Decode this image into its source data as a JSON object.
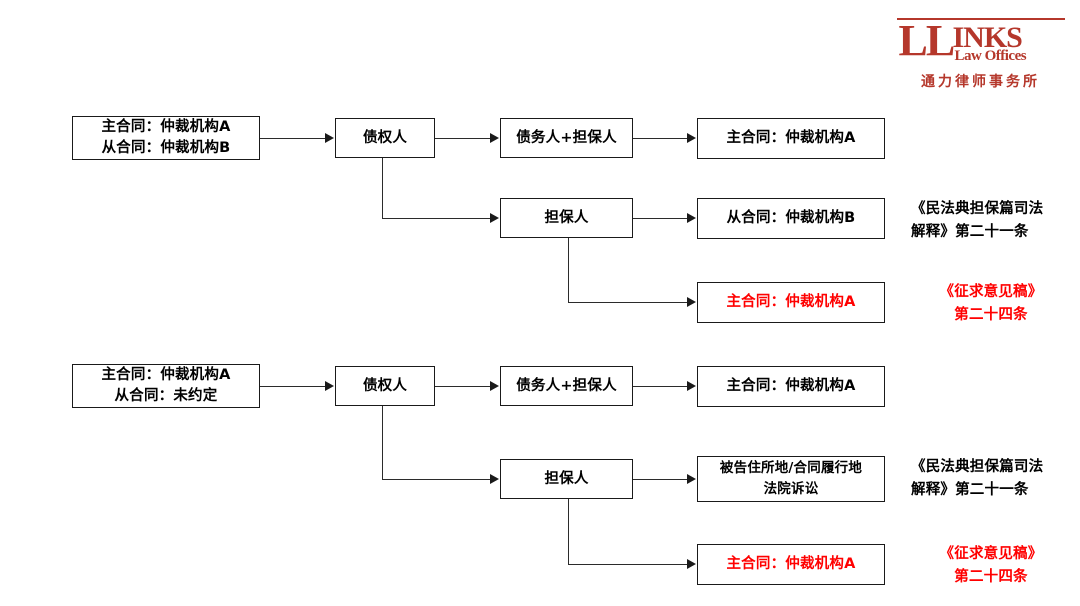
{
  "logo": {
    "mark_ll": "LL",
    "mark_inks": "INKS",
    "tagline": "Law Offices",
    "chinese_name": "通力律师事务所",
    "color": "#b5372b"
  },
  "colors": {
    "box_border": "#1a1a1a",
    "line": "#2b2b2b",
    "text": "#000000",
    "highlight_red": "#ff0000",
    "brand": "#b5372b"
  },
  "diagrams": [
    {
      "id": "scenario-1",
      "source_box": {
        "name": "source-contract-box-1",
        "line1": "主合同：仲裁机构A",
        "line2": "从合同：仲裁机构B"
      },
      "creditor_box": {
        "name": "creditor-box-1",
        "label": "债权人"
      },
      "branch_upper": {
        "party_box": {
          "name": "debtor-guarantor-box-1",
          "label": "债务人+担保人"
        },
        "result_box": {
          "name": "result-main-contract-box-1",
          "label": "主合同：仲裁机构A",
          "red": false
        }
      },
      "branch_middle": {
        "party_box": {
          "name": "guarantor-box-1",
          "label": "担保人"
        },
        "result_box": {
          "name": "result-sub-contract-box-1",
          "label": "从合同：仲裁机构B",
          "red": false
        },
        "annotation": {
          "name": "annotation-judicial-interpretation-1",
          "text": "《民法典担保篇司法\n解释》第二十一条",
          "red": false
        }
      },
      "branch_lower": {
        "result_box": {
          "name": "result-main-contract-red-box-1",
          "label": "主合同：仲裁机构A",
          "red": true
        },
        "annotation": {
          "name": "annotation-draft-for-comment-1",
          "text": "《征求意见稿》\n第二十四条",
          "red": true
        }
      }
    },
    {
      "id": "scenario-2",
      "source_box": {
        "name": "source-contract-box-2",
        "line1": "主合同：仲裁机构A",
        "line2": "从合同：未约定"
      },
      "creditor_box": {
        "name": "creditor-box-2",
        "label": "债权人"
      },
      "branch_upper": {
        "party_box": {
          "name": "debtor-guarantor-box-2",
          "label": "债务人+担保人"
        },
        "result_box": {
          "name": "result-main-contract-box-2",
          "label": "主合同：仲裁机构A",
          "red": false
        }
      },
      "branch_middle": {
        "party_box": {
          "name": "guarantor-box-2",
          "label": "担保人"
        },
        "result_box": {
          "name": "result-court-litigation-box-2",
          "line1": "被告住所地/合同履行地",
          "line2": "法院诉讼",
          "red": false
        },
        "annotation": {
          "name": "annotation-judicial-interpretation-2",
          "text": "《民法典担保篇司法\n解释》第二十一条",
          "red": false
        }
      },
      "branch_lower": {
        "result_box": {
          "name": "result-main-contract-red-box-2",
          "label": "主合同：仲裁机构A",
          "red": true
        },
        "annotation": {
          "name": "annotation-draft-for-comment-2",
          "text": "《征求意见稿》\n第二十四条",
          "red": true
        }
      }
    }
  ]
}
